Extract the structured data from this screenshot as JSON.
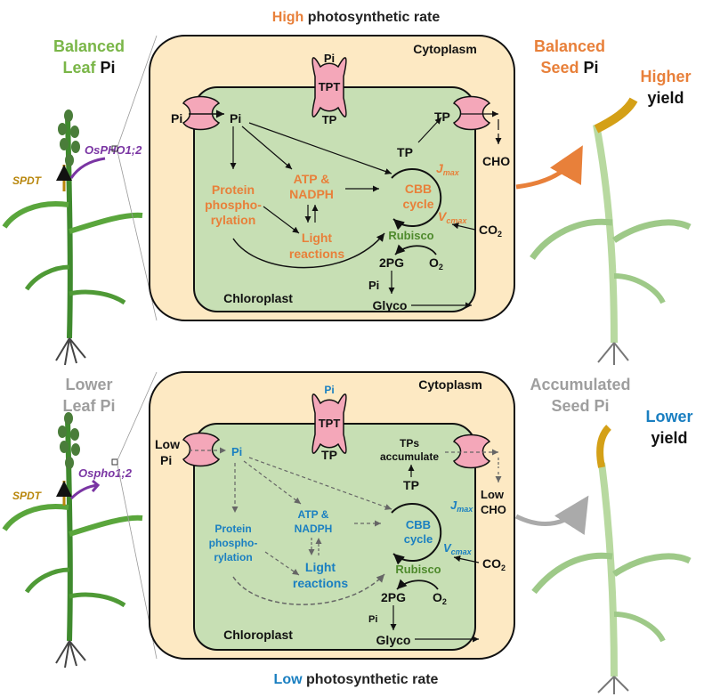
{
  "colors": {
    "orange": "#e8803a",
    "green_label": "#7ab648",
    "purple": "#7a35a3",
    "gold": "#b8860b",
    "blue": "#1a7fc1",
    "gray_label": "#9e9e9e",
    "rubisco": "#4e8a2c",
    "cytoplasm_fill": "#fde9c3",
    "chloroplast_fill": "#c7dfb4",
    "transporter_fill": "#f4a7b9"
  },
  "top": {
    "title_emph": "High",
    "title_rest": " photosynthetic rate",
    "left_label": [
      "Balanced",
      "Leaf "
    ],
    "left_label_pi": "Pi",
    "spdt": "SPDT",
    "gene": "OsPHO1;2",
    "right_label": [
      "Balanced",
      "Seed "
    ],
    "right_label_pi": "Pi",
    "yield_emph": "Higher",
    "yield_rest": "yield",
    "cytoplasm": "Cytoplasm",
    "chloroplast": "Chloroplast",
    "pi_in": "Pi",
    "pi_stroma": "Pi",
    "tpt": "TPT",
    "tpt_pi": "Pi",
    "tpt_tp": "TP",
    "tp_out": "TP",
    "tp": "TP",
    "cho": "CHO",
    "protein": [
      "Protein",
      "phospho-",
      "rylation"
    ],
    "atp": [
      "ATP &",
      "NADPH"
    ],
    "light": [
      "Light",
      "reactions"
    ],
    "cbb": [
      "CBB",
      "cycle"
    ],
    "jmax": "J",
    "jmax_sub": "max",
    "vcmax": "V",
    "vcmax_sub": "cmax",
    "co2": "CO",
    "co2_sub": "2",
    "rubisco": "Rubisco",
    "o2": "O",
    "o2_sub": "2",
    "pg": "2PG",
    "pi_glyco": "Pi",
    "glyco": "Glyco"
  },
  "bottom": {
    "title_emph": "Low",
    "title_rest": " photosynthetic rate",
    "left_label": [
      "Lower",
      "Leaf Pi"
    ],
    "spdt": "SPDT",
    "gene": "Ospho1;2",
    "right_label": [
      "Accumulated",
      "Seed Pi"
    ],
    "yield_emph": "Lower",
    "yield_rest": "yield",
    "cytoplasm": "Cytoplasm",
    "chloroplast": "Chloroplast",
    "low_pi": [
      "Low",
      "Pi"
    ],
    "pi_stroma": "Pi",
    "tpt": "TPT",
    "tpt_pi": "Pi",
    "tpt_tp": "TP",
    "tps_acc": [
      "TPs",
      "accumulate"
    ],
    "tp": "TP",
    "low_cho": [
      "Low",
      "CHO"
    ],
    "protein": [
      "Protein",
      "phospho-",
      "rylation"
    ],
    "atp": [
      "ATP &",
      "NADPH"
    ],
    "light": [
      "Light",
      "reactions"
    ],
    "cbb": [
      "CBB",
      "cycle"
    ],
    "jmax": "J",
    "jmax_sub": "max",
    "vcmax": "V",
    "vcmax_sub": "cmax",
    "co2": "CO",
    "co2_sub": "2",
    "rubisco": "Rubisco",
    "o2": "O",
    "o2_sub": "2",
    "pg": "2PG",
    "pi_glyco": "Pi",
    "glyco": "Glyco"
  }
}
